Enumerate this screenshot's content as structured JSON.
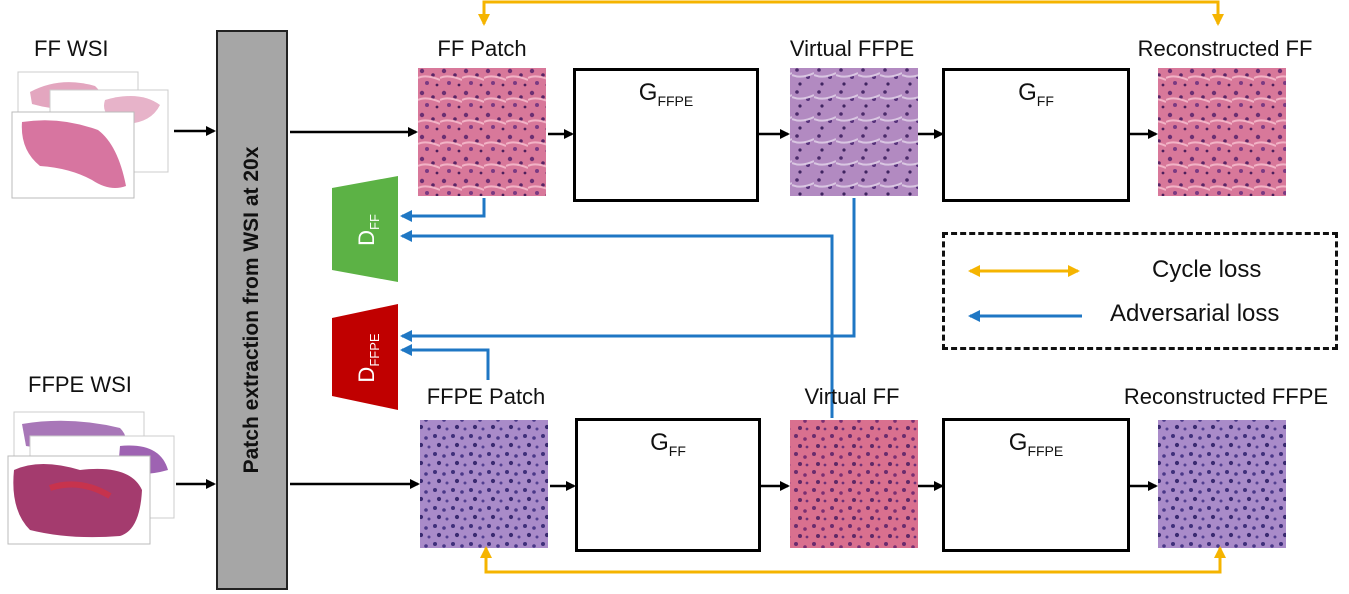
{
  "labels": {
    "ff_wsi": "FF WSI",
    "ffpe_wsi": "FFPE WSI",
    "extraction": "Patch extraction from WSI at 20x",
    "ff_patch": "FF Patch",
    "virtual_ffpe": "Virtual FFPE",
    "reconstructed_ff": "Reconstructed FF",
    "ffpe_patch": "FFPE Patch",
    "virtual_ff": "Virtual FF",
    "reconstructed_ffpe": "Reconstructed FFPE"
  },
  "generators": {
    "top_1": {
      "base": "G",
      "sub": "FFPE"
    },
    "top_2": {
      "base": "G",
      "sub": "FF"
    },
    "bottom_1": {
      "base": "G",
      "sub": "FF"
    },
    "bottom_2": {
      "base": "G",
      "sub": "FFPE"
    }
  },
  "discriminators": {
    "d_ff": {
      "base": "D",
      "sub": "FF"
    },
    "d_ffpe": {
      "base": "D",
      "sub": "FFPE"
    }
  },
  "legend": {
    "cycle": "Cycle loss",
    "adversarial": "Adversarial loss"
  },
  "colors": {
    "cycle_arrow": "#f5b400",
    "adversarial_arrow": "#1f77c4",
    "ffpe_generator": "#c00000",
    "ff_generator": "#5cb245",
    "extraction_bar": "#a6a6a6"
  }
}
